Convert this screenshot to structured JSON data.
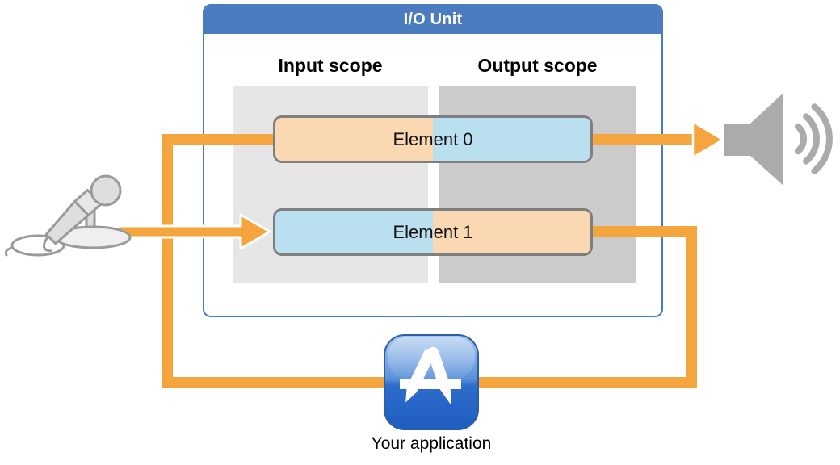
{
  "io_unit": {
    "title": "I/O Unit",
    "input_scope_label": "Input scope",
    "output_scope_label": "Output scope"
  },
  "elements": [
    {
      "label": "Element 0",
      "input_half_color": "#fad8b2",
      "output_half_color": "#badfee"
    },
    {
      "label": "Element 1",
      "input_half_color": "#badfee",
      "output_half_color": "#fad8b2"
    }
  ],
  "application": {
    "label": "Your application"
  },
  "peripherals": {
    "input_device": "microphone",
    "output_device": "speaker"
  },
  "connections": [
    {
      "from": "your application",
      "to": "Element 0 input scope"
    },
    {
      "from": "Element 0 output scope",
      "to": "speaker"
    },
    {
      "from": "microphone",
      "to": "Element 1 input scope"
    },
    {
      "from": "Element 1 output scope",
      "to": "your application"
    }
  ],
  "colors": {
    "orange": "#f5a53d",
    "header_blue": "#4a7cbf",
    "box_border": "#4a7cbf",
    "scope_light": "#e6e6e6",
    "scope_dark": "#cbcbcb",
    "element_border": "#7f7f7f",
    "peach": "#fad8b2",
    "light_blue": "#badfee",
    "icon_gray": "#ababab",
    "icon_stroke": "#9a9a9a"
  }
}
